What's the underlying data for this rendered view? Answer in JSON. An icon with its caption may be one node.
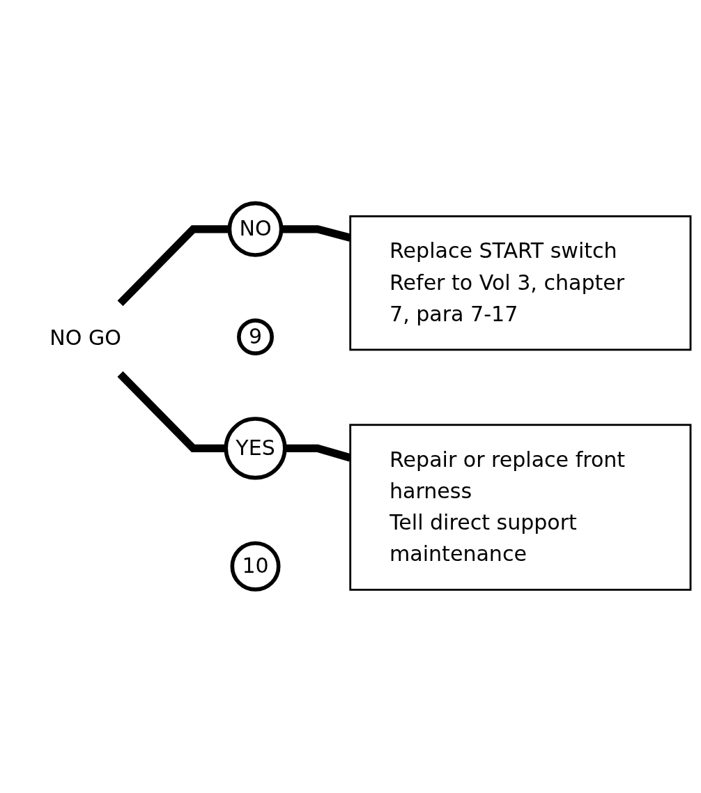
{
  "diagram": {
    "nodes": [
      {
        "text": [
          "NO GO"
        ]
      },
      {
        "text": [
          "NO"
        ]
      },
      {
        "text": [
          "9"
        ]
      },
      {
        "text": [
          "Replace START switch",
          "Refer to Vol 3, chapter 7, para 7-17"
        ]
      },
      {
        "text": [
          "YES"
        ]
      },
      {
        "text": [
          "10"
        ]
      },
      {
        "text": [
          "Repair or replace front harness",
          "Tell direct support maintenance"
        ]
      }
    ],
    "edges": [
      {
        "from": 0,
        "to": 1,
        "arrow": "none"
      },
      {
        "from": 0,
        "to": 4,
        "arrow": "none"
      },
      {
        "from": 1,
        "to": 3,
        "arrow": "none"
      },
      {
        "from": 4,
        "to": 6,
        "arrow": "none"
      }
    ]
  }
}
